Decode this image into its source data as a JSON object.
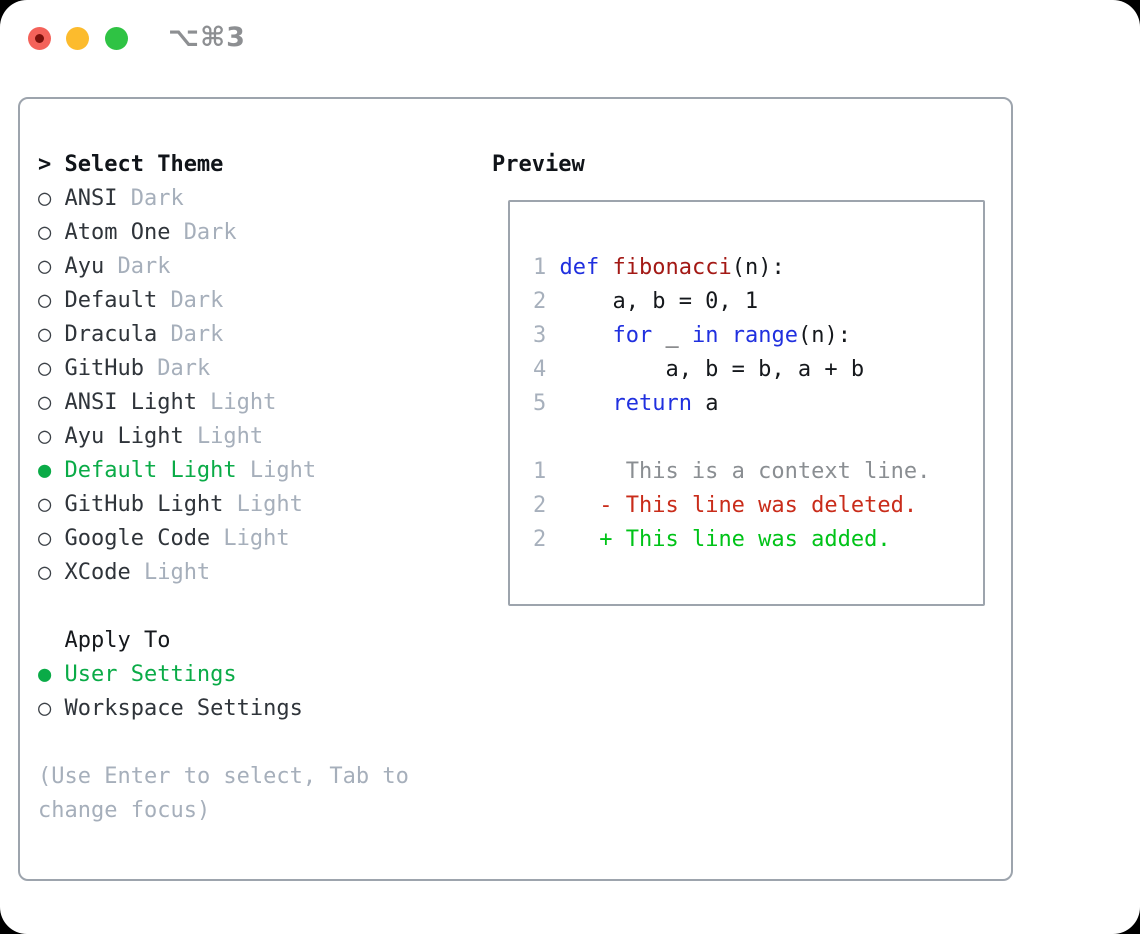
{
  "window": {
    "title": "⌥⌘3",
    "traffic_lights": [
      {
        "name": "close",
        "color": "#f4625a"
      },
      {
        "name": "minimize",
        "color": "#fcbb2d"
      },
      {
        "name": "zoom",
        "color": "#2fc344"
      }
    ]
  },
  "theme_picker": {
    "prompt": ">",
    "title": "Select Theme",
    "radio_unselected": "○",
    "radio_selected": "●",
    "items": [
      {
        "name": "ANSI",
        "tag": "Dark",
        "selected": false
      },
      {
        "name": "Atom One",
        "tag": "Dark",
        "selected": false
      },
      {
        "name": "Ayu",
        "tag": "Dark",
        "selected": false
      },
      {
        "name": "Default",
        "tag": "Dark",
        "selected": false
      },
      {
        "name": "Dracula",
        "tag": "Dark",
        "selected": false
      },
      {
        "name": "GitHub",
        "tag": "Dark",
        "selected": false
      },
      {
        "name": "ANSI Light",
        "tag": "Light",
        "selected": false
      },
      {
        "name": "Ayu Light",
        "tag": "Light",
        "selected": false
      },
      {
        "name": "Default Light",
        "tag": "Light",
        "selected": true
      },
      {
        "name": "GitHub Light",
        "tag": "Light",
        "selected": false
      },
      {
        "name": "Google Code",
        "tag": "Light",
        "selected": false
      },
      {
        "name": "XCode",
        "tag": "Light",
        "selected": false
      }
    ]
  },
  "apply_to": {
    "title": "Apply To",
    "options": [
      {
        "name": "User Settings",
        "selected": true
      },
      {
        "name": "Workspace Settings",
        "selected": false
      }
    ]
  },
  "hint": {
    "line1": "(Use Enter to select, Tab to",
    "line2": "change focus)"
  },
  "preview": {
    "title": "Preview",
    "code_lines": [
      {
        "num": "1",
        "tokens": [
          [
            "def",
            "kw"
          ],
          [
            " ",
            "pl"
          ],
          [
            "fibonacci",
            "fn"
          ],
          [
            "(n):",
            "pl"
          ]
        ]
      },
      {
        "num": "2",
        "tokens": [
          [
            "    a, b = 0, 1",
            "pl"
          ]
        ]
      },
      {
        "num": "3",
        "tokens": [
          [
            "    ",
            "pl"
          ],
          [
            "for",
            "kw"
          ],
          [
            " _ ",
            "pl"
          ],
          [
            "in",
            "kw"
          ],
          [
            " ",
            "pl"
          ],
          [
            "range",
            "kw"
          ],
          [
            "(n):",
            "pl"
          ]
        ]
      },
      {
        "num": "4",
        "tokens": [
          [
            "        a, b = b, a + b",
            "pl"
          ]
        ]
      },
      {
        "num": "5",
        "tokens": [
          [
            "    ",
            "pl"
          ],
          [
            "return",
            "kw"
          ],
          [
            " a",
            "pl"
          ]
        ]
      },
      {
        "num": "",
        "tokens": []
      },
      {
        "num": "1",
        "tokens": [
          [
            "     This is a context line.",
            "ctx"
          ]
        ]
      },
      {
        "num": "2",
        "tokens": [
          [
            "   ",
            "pl"
          ],
          [
            "- This line was deleted.",
            "del"
          ]
        ]
      },
      {
        "num": "2",
        "tokens": [
          [
            "   ",
            "pl"
          ],
          [
            "+ This line was added.",
            "add"
          ]
        ]
      }
    ]
  },
  "colors": {
    "selected_green": "#0aab47",
    "added_green": "#00c318",
    "deleted_red": "#c92c1a",
    "keyword_blue": "#2030df",
    "function_red": "#a31915",
    "muted_gray": "#a6afbb",
    "border_gray": "#9da4ad",
    "traffic_red": "#f4625a",
    "traffic_yellow": "#fcbb2d",
    "traffic_green": "#2fc344"
  }
}
